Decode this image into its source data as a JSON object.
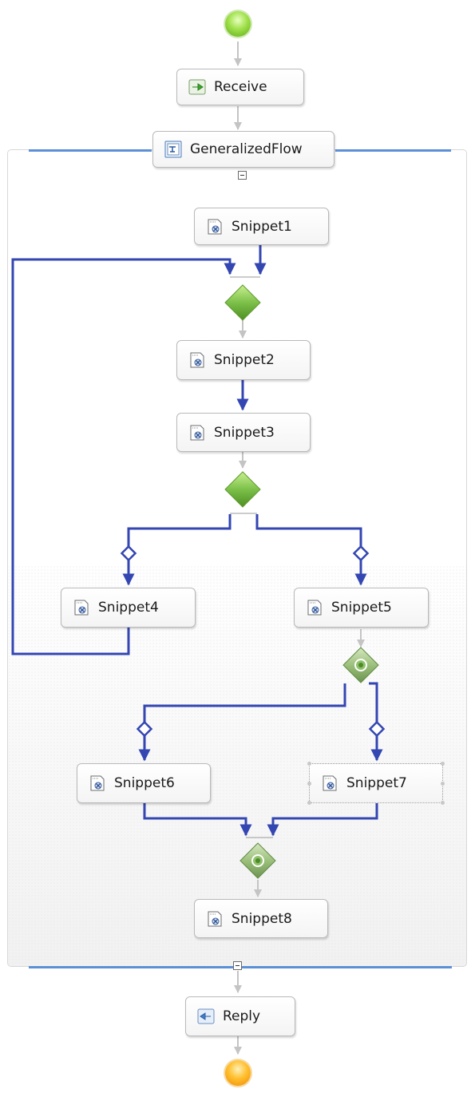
{
  "diagram": {
    "start_event": "start-event",
    "end_event": "end-event",
    "activities": {
      "receive": {
        "label": "Receive",
        "icon": "receive-icon"
      },
      "generalized_flow": {
        "label": "GeneralizedFlow",
        "icon": "generalized-flow-icon"
      },
      "reply": {
        "label": "Reply",
        "icon": "reply-icon"
      }
    },
    "snippets": [
      {
        "id": "snippet1",
        "label": "Snippet1"
      },
      {
        "id": "snippet2",
        "label": "Snippet2"
      },
      {
        "id": "snippet3",
        "label": "Snippet3"
      },
      {
        "id": "snippet4",
        "label": "Snippet4"
      },
      {
        "id": "snippet5",
        "label": "Snippet5"
      },
      {
        "id": "snippet6",
        "label": "Snippet6"
      },
      {
        "id": "snippet7",
        "label": "Snippet7",
        "selected": true
      },
      {
        "id": "snippet8",
        "label": "Snippet8"
      }
    ],
    "gateways": [
      {
        "id": "merge-1",
        "type": "merge"
      },
      {
        "id": "fork-1",
        "type": "fork"
      },
      {
        "id": "fork-2",
        "type": "fork"
      },
      {
        "id": "join-1",
        "type": "join"
      }
    ],
    "connections": [
      {
        "from": "start-event",
        "to": "receive",
        "style": "control"
      },
      {
        "from": "receive",
        "to": "generalized_flow",
        "style": "control"
      },
      {
        "from": "snippet1",
        "to": "merge-1",
        "style": "link"
      },
      {
        "from": "snippet4",
        "to": "merge-1",
        "style": "link"
      },
      {
        "from": "merge-1",
        "to": "snippet2",
        "style": "control"
      },
      {
        "from": "snippet2",
        "to": "snippet3",
        "style": "link"
      },
      {
        "from": "snippet3",
        "to": "fork-1",
        "style": "control"
      },
      {
        "from": "fork-1",
        "to": "snippet4",
        "style": "link",
        "condition": true
      },
      {
        "from": "fork-1",
        "to": "snippet5",
        "style": "link",
        "condition": true
      },
      {
        "from": "snippet5",
        "to": "fork-2",
        "style": "control"
      },
      {
        "from": "fork-2",
        "to": "snippet6",
        "style": "link",
        "condition": true
      },
      {
        "from": "fork-2",
        "to": "snippet7",
        "style": "link",
        "condition": true
      },
      {
        "from": "snippet6",
        "to": "join-1",
        "style": "link"
      },
      {
        "from": "snippet7",
        "to": "join-1",
        "style": "link"
      },
      {
        "from": "join-1",
        "to": "snippet8",
        "style": "control"
      },
      {
        "from": "generalized_flow",
        "to": "reply",
        "style": "control"
      },
      {
        "from": "reply",
        "to": "end-event",
        "style": "control"
      }
    ],
    "colors": {
      "link": "#3346b2",
      "control": "#c4c4c4",
      "container_line": "#5b8fd6",
      "gateway_green": "#7cc04a"
    }
  }
}
